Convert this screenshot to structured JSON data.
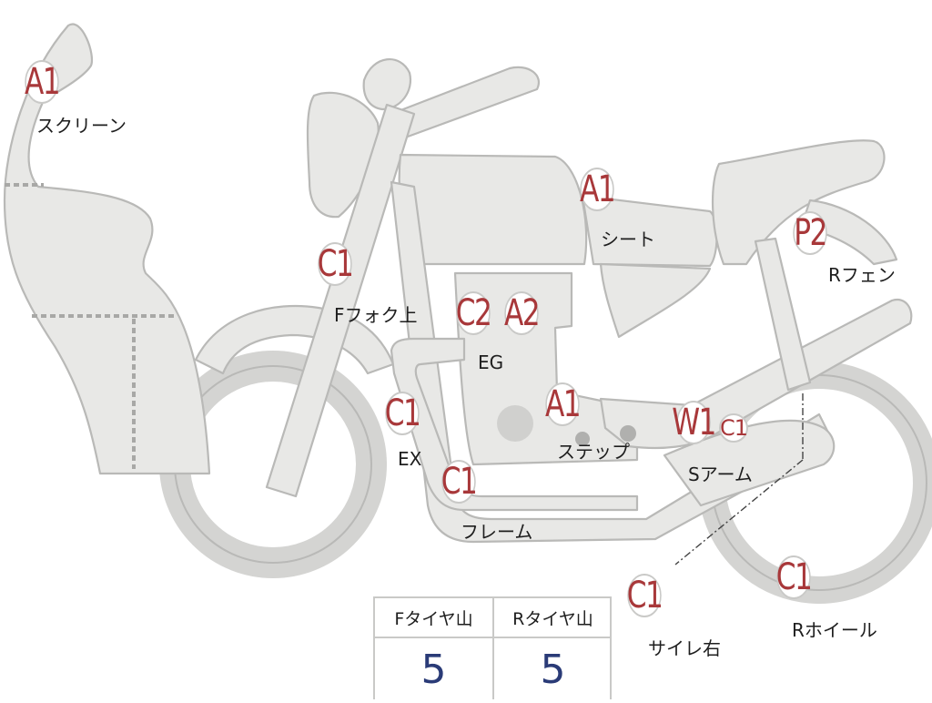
{
  "diagram": {
    "colors": {
      "part_fill": "#e8e8e6",
      "part_stroke": "#b9b9b7",
      "grade_text": "#a8383a",
      "value_text": "#2a3b77"
    },
    "grades": [
      {
        "id": "screen",
        "grade": "A1",
        "label": "スクリーン"
      },
      {
        "id": "seat",
        "grade": "A1",
        "label": "シート"
      },
      {
        "id": "fork-upper",
        "grade": "C1",
        "label": "Fフォク上"
      },
      {
        "id": "rear-fender",
        "grade": "P2",
        "label": "Rフェン"
      },
      {
        "id": "engine-c",
        "grade": "C2",
        "label": "EG"
      },
      {
        "id": "engine-a",
        "grade": "A2",
        "label": ""
      },
      {
        "id": "exhaust",
        "grade": "C1",
        "label": "EX"
      },
      {
        "id": "step",
        "grade": "A1",
        "label": "ステップ"
      },
      {
        "id": "swing-arm",
        "grade": "W1",
        "label": "Sアーム"
      },
      {
        "id": "swing-arm-sub",
        "grade": "C1",
        "label": ""
      },
      {
        "id": "frame",
        "grade": "C1",
        "label": "フレーム"
      },
      {
        "id": "muffler-right",
        "grade": "C1",
        "label": "サイレ右"
      },
      {
        "id": "rear-wheel",
        "grade": "C1",
        "label": "Rホイール"
      }
    ],
    "tire_table": {
      "headers": [
        "Fタイヤ山",
        "Rタイヤ山"
      ],
      "values": [
        "5",
        "5"
      ]
    }
  }
}
